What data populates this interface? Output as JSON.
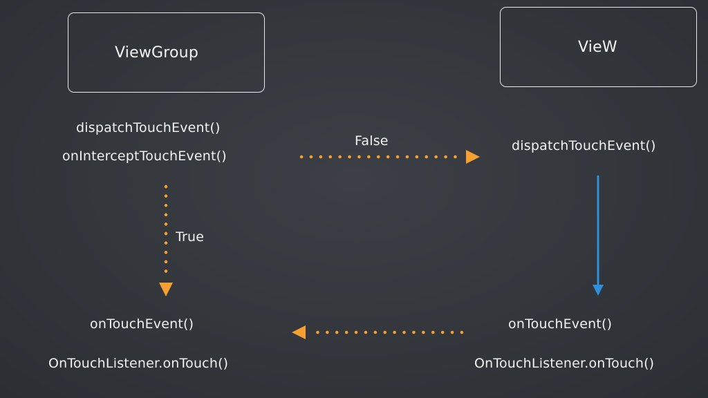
{
  "viewgroup": {
    "title": "ViewGroup",
    "dispatch": "dispatchTouchEvent()",
    "intercept": "onInterceptTouchEvent()",
    "on_touch_event": "onTouchEvent()",
    "listener": "OnTouchListener.onTouch()"
  },
  "view": {
    "title": "VieW",
    "dispatch": "dispatchTouchEvent()",
    "on_touch_event": "onTouchEvent()",
    "listener": "OnTouchListener.onTouch()"
  },
  "edges": {
    "false_label": "False",
    "true_label": "True"
  },
  "colors": {
    "dotted_arrow": "#f5a031",
    "solid_arrow": "#2f8fd8",
    "text": "#f2f2f2",
    "background": "#33373c"
  }
}
